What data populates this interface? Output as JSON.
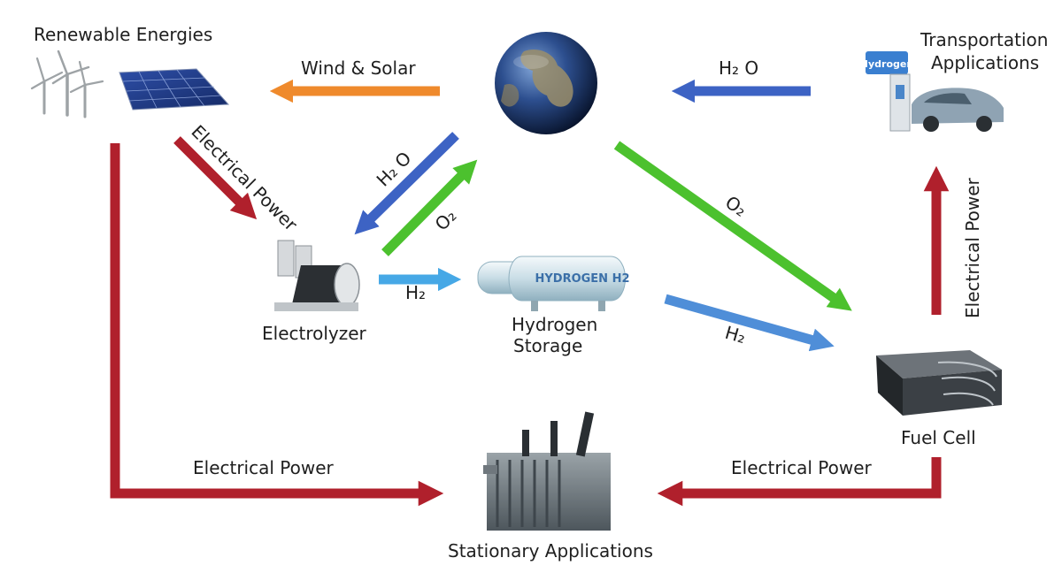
{
  "nodes": {
    "renewables": "Renewable Energies",
    "electrolyzer": "Electrolyzer",
    "storage_line1": "Hydrogen",
    "storage_line2": "Storage",
    "transport_line1": "Transportation",
    "transport_line2": "Applications",
    "fuel_cell": "Fuel Cell",
    "stationary": "Stationary Applications"
  },
  "flows": {
    "wind_solar": "Wind & Solar",
    "h2o_top": "H₂ O",
    "h2o_diag": "H₂ O",
    "o2_diag": "O₂",
    "o2_right": "O₂",
    "h2_short": "H₂",
    "h2_right": "H₂",
    "elec_diag": "Electrical Power",
    "elec_vertical": "Electrical Power",
    "elec_bottom_left": "Electrical Power",
    "elec_bottom_right": "Electrical Power"
  },
  "images": {
    "storage_tank_text": "HYDROGEN H2",
    "pump_text": "Hydrogen"
  },
  "colors": {
    "red": "#b0202c",
    "orange": "#ef8a2c",
    "blue": "#3d63c4",
    "light_blue": "#46a8e6",
    "green": "#4cc12e",
    "h2_blue": "#4f8ed8"
  }
}
